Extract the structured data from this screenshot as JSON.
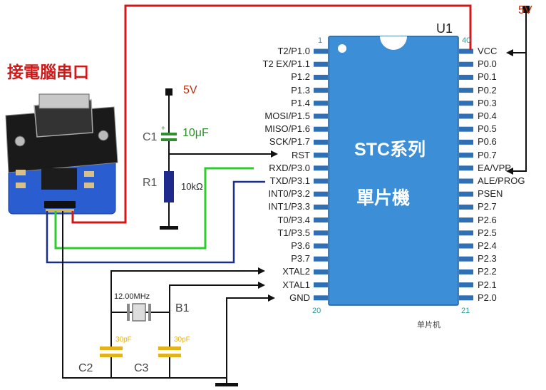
{
  "colors": {
    "chip": "#3c8fd6",
    "chip_border": "#1f5f9a",
    "pin": "#2f6fb5",
    "wire_red": "#d01818",
    "wire_green": "#2bcc2b",
    "wire_blue": "#1a2f8a",
    "wire_black": "#111111",
    "serial_title": "#d01818",
    "cap_yellow": "#e4b21a",
    "resistor": "#1e2a8c"
  },
  "serial": {
    "title": "接電腦串口"
  },
  "chip": {
    "ref": "U1",
    "name_line1": "STC系列",
    "name_line2": "單片機",
    "bottom_label": "单片机",
    "pin1": "1",
    "pin20": "20",
    "pin21": "21",
    "pin40": "40"
  },
  "left_pins": [
    "T2/P1.0",
    "T2 EX/P1.1",
    "P1.2",
    "P1.3",
    "P1.4",
    "MOSI/P1.5",
    "MISO/P1.6",
    "SCK/P1.7",
    "RST",
    "RXD/P3.0",
    "TXD/P3.1",
    "INT0/P3.2",
    "INT1/P3.3",
    "T0/P3.4",
    "T1/P3.5",
    "P3.6",
    "P3.7",
    "XTAL2",
    "XTAL1",
    "GND"
  ],
  "right_pins": [
    "VCC",
    "P0.0",
    "P0.1",
    "P0.2",
    "P0.3",
    "P0.4",
    "P0.5",
    "P0.6",
    "P0.7",
    "EA/VPP",
    "ALE/PROG",
    "PSEN",
    "P2.7",
    "P2.6",
    "P2.5",
    "P2.4",
    "P2.3",
    "P2.2",
    "P2.1",
    "P2.0"
  ],
  "power": {
    "vcc_top": "5V",
    "vcc_c1": "5V"
  },
  "components": {
    "c1": {
      "ref": "C1",
      "value": "10μF",
      "plus": "+"
    },
    "r1": {
      "ref": "R1",
      "value": "10kΩ"
    },
    "b1": {
      "ref": "B1",
      "value": "12.00MHz"
    },
    "c2": {
      "ref": "C2",
      "value": "30pF"
    },
    "c3": {
      "ref": "C3",
      "value": "30pF"
    }
  }
}
